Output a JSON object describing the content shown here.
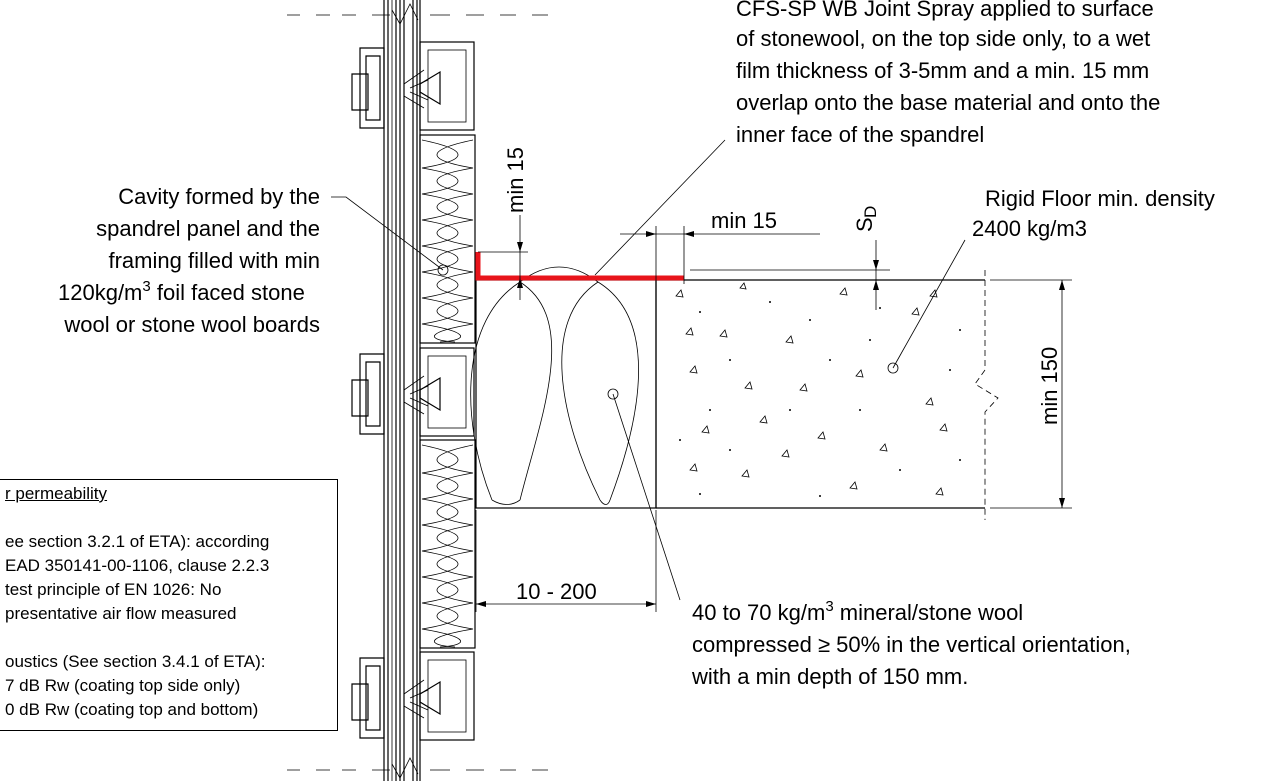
{
  "labels": {
    "spray_note": [
      "CFS-SP WB Joint Spray applied to surface",
      "of stonewool, on the top side only, to a wet",
      "film thickness of 3-5mm and a min. 15 mm",
      "overlap onto the base material and onto the",
      "inner face of the spandrel"
    ],
    "cavity_note": [
      "Cavity formed by the",
      "spandrel panel and the",
      "framing filled with min",
      "120kg/m",
      "3",
      " foil faced stone",
      "wool or stone wool boards"
    ],
    "floor_note": [
      "Rigid Floor min. density",
      "2400 kg/m3"
    ],
    "wool_note": [
      "40 to 70 kg/m",
      "3",
      " mineral/stone wool",
      "compressed ≥ 50% in the vertical orientation,",
      "with a min depth of 150 mm."
    ],
    "dim_min15_vertical": "min 15",
    "dim_min15_horizontal": "min 15",
    "dim_sd": "S",
    "dim_sd_sub": "D",
    "dim_min150": "min 150",
    "dim_10_200": "10 - 200"
  },
  "notes_box": {
    "title": "r permeability",
    "lines": [
      "ee section 3.2.1 of ETA): according",
      "EAD 350141-00-1106, clause 2.2.3",
      " test principle of EN 1026: No",
      "presentative air flow measured",
      "oustics (See section 3.4.1 of ETA):",
      "7 dB Rw (coating top side only)",
      "0 dB Rw (coating top and bottom)"
    ]
  },
  "colors": {
    "coating": "#e8141b",
    "line": "#000000"
  }
}
